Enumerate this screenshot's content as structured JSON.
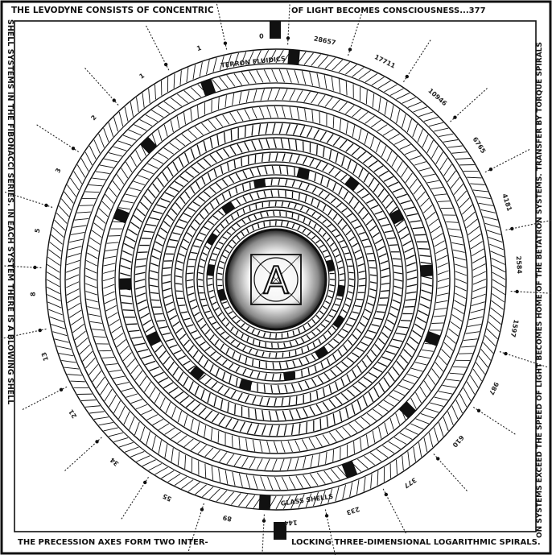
{
  "border_text": {
    "top": "THE LEVODYNE CONSISTS OF CONCENTRIC",
    "top_right": "OF LIGHT BECOMES CONSCIOUSNESS...377",
    "left": "SHELL SYSTEMS IN THE FIBONACCI SERIES. IN EACH SYSTEM THERE IS A BLOWING SHELL",
    "right": "ON SYSTEMS EXCEED THE SPEED OF LIGHT BECOMES HOME OF THE BETATRON SYSTEMS. TRANSFER BY TORQUE SPIRALS",
    "bottom_left": "THE PRECESSION AXES FORM TWO INTER-",
    "bottom_right": "LOCKING THREE-DIMENSIONAL LOGARITHMIC SPIRALS."
  },
  "center_symbol": "A",
  "ring_labels": {
    "top": "TERRON FLUIDICS",
    "bottom": "GLASS SHELLS"
  },
  "fibonacci_labels": [
    "0",
    "1",
    "1",
    "2",
    "3",
    "5",
    "8",
    "13",
    "21",
    "34",
    "55",
    "89",
    "144",
    "233",
    "377",
    "610",
    "987",
    "1597",
    "2584",
    "4181",
    "6765",
    "10946",
    "17711",
    "28657"
  ],
  "colors": {
    "ink": "#111111",
    "paper": "#ffffff"
  }
}
